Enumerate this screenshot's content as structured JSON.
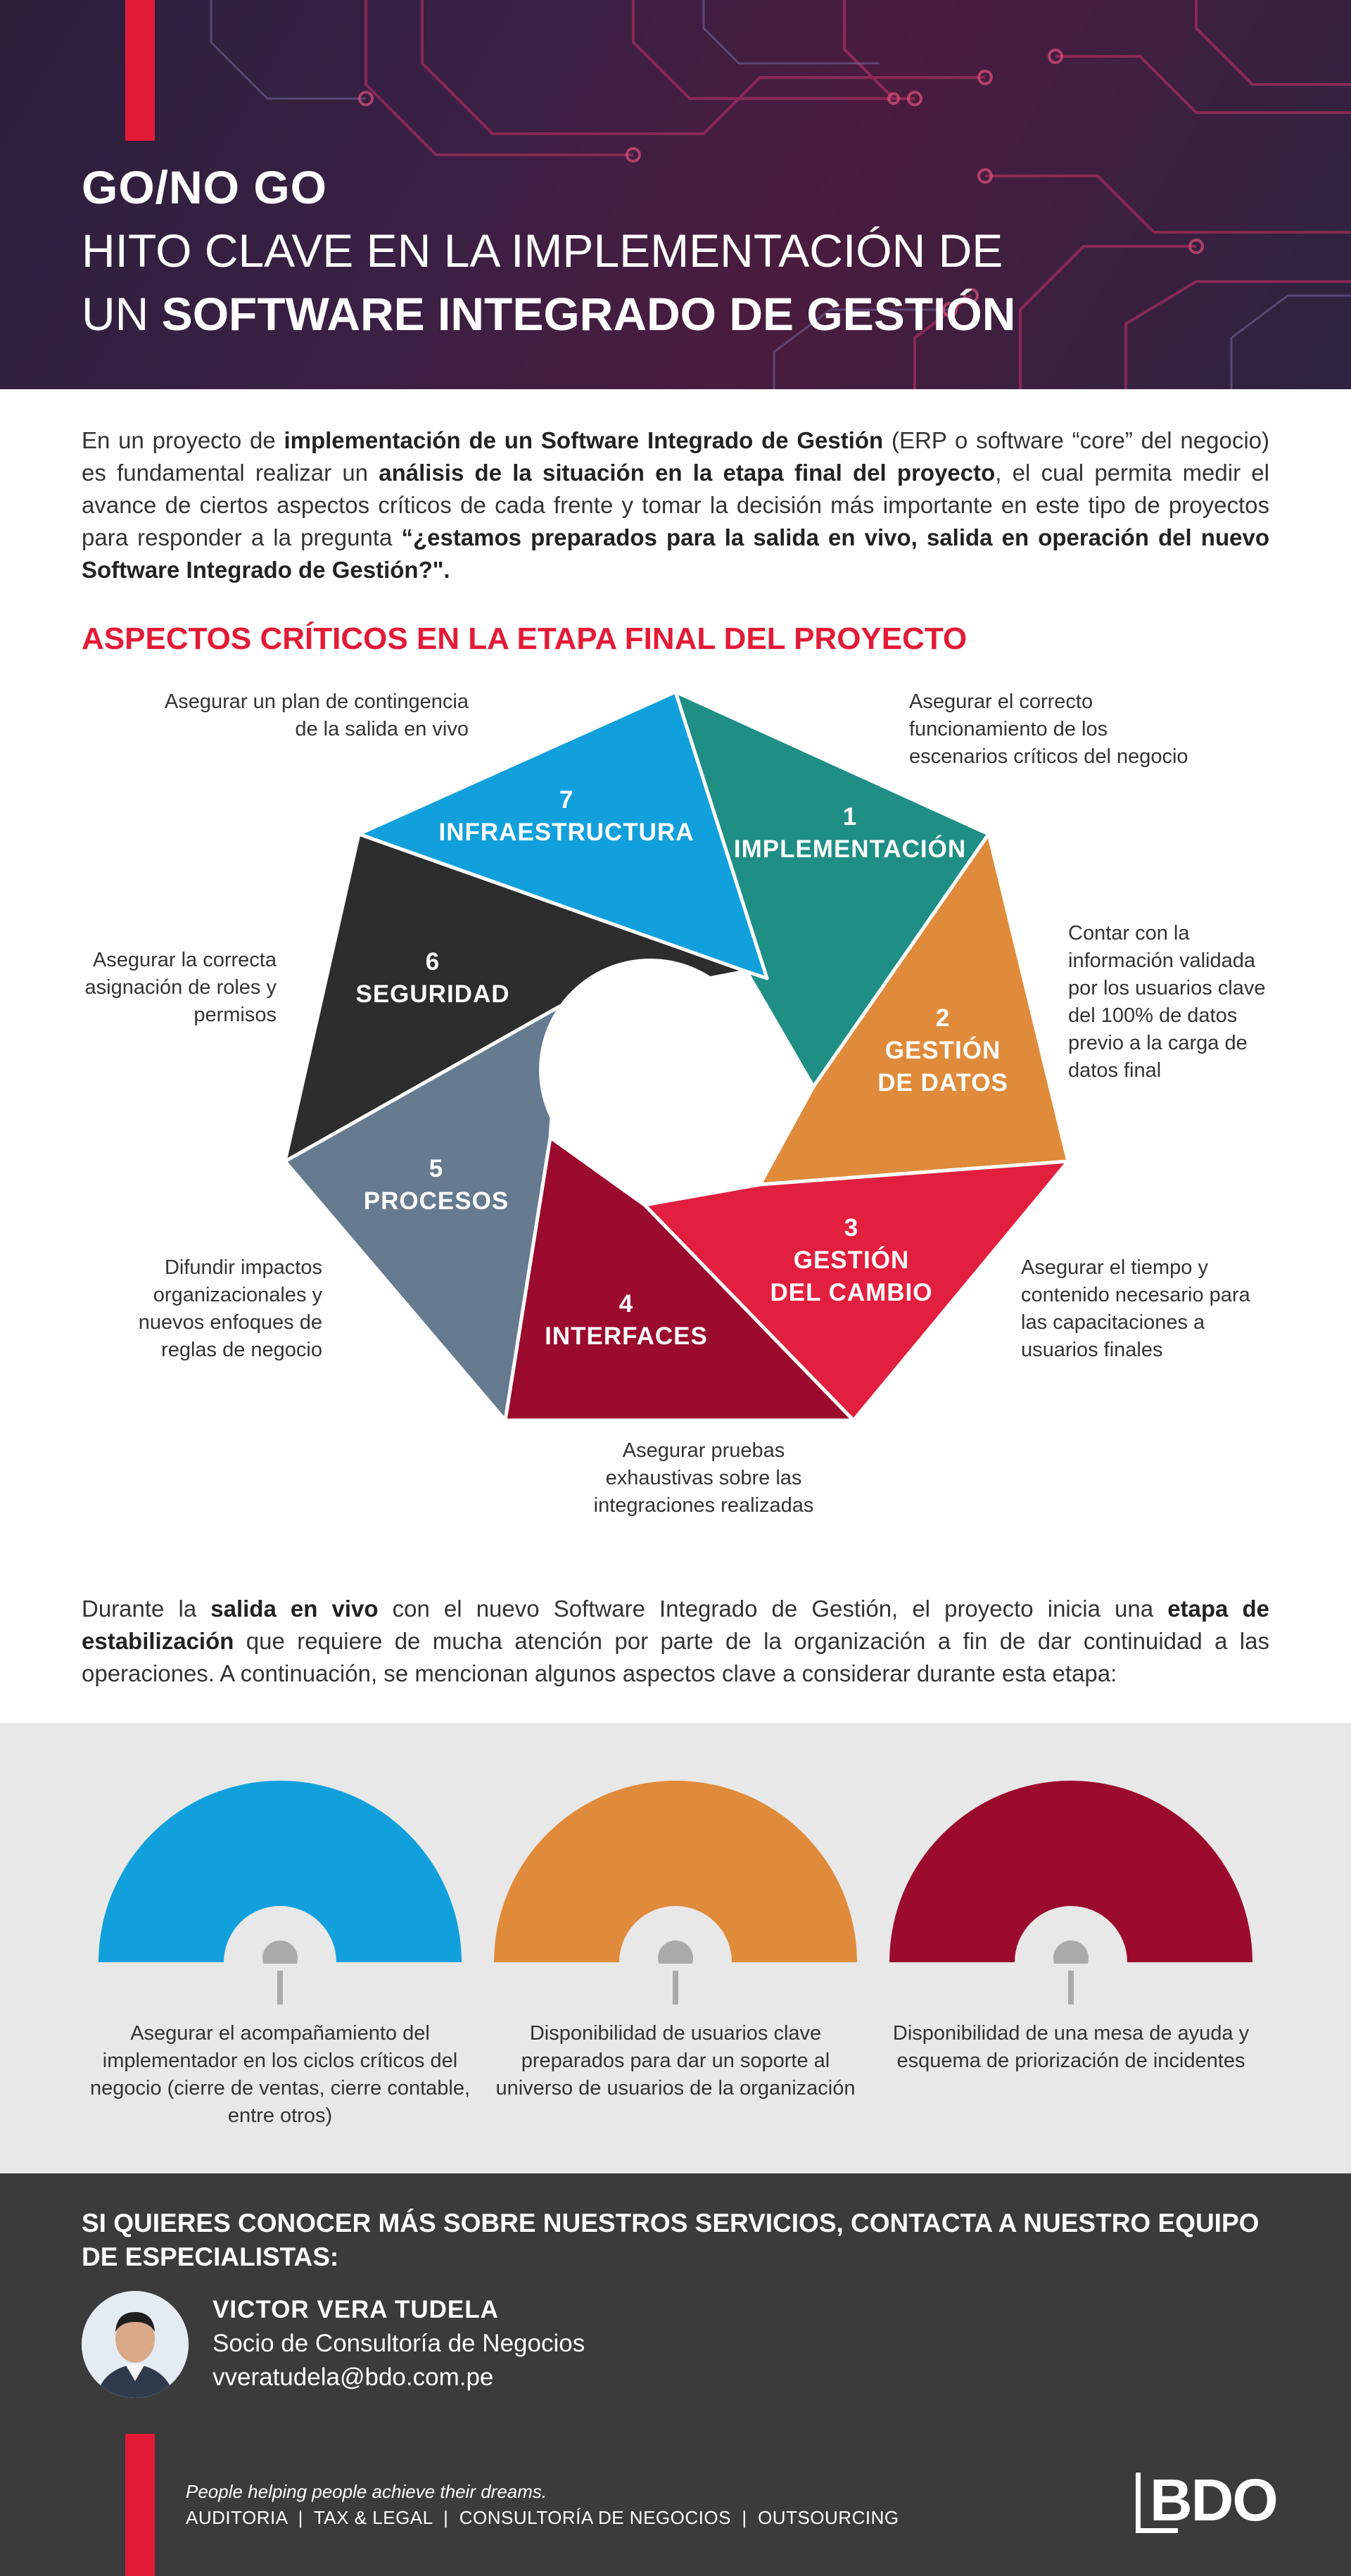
{
  "header": {
    "title_line1": "GO/NO GO",
    "title_line2": "HITO CLAVE EN LA IMPLEMENTACIÓN DE",
    "title_line3_prefix": "UN ",
    "title_line3_bold": "SOFTWARE INTEGRADO DE GESTIÓN"
  },
  "intro": {
    "p1": "En un proyecto de ",
    "b1": "implementación de un Software Integrado de Gestión",
    "p2": " (ERP o software “core” del negocio) es fundamental realizar un ",
    "b2": "análisis de la situación en la etapa final del proyecto",
    "p3": ", el cual permita medir el avance de ciertos aspectos críticos de cada frente y tomar la decisión más importante en este tipo de proyectos para responder a la pregunta ",
    "b3": "“¿estamos preparados para la salida en vivo, salida en operación del nuevo Software Integrado de Gestión?\"."
  },
  "section_title": "ASPECTOS CRÍTICOS EN LA ETAPA FINAL DEL PROYECTO",
  "aspects": [
    {
      "num": "1",
      "name": "IMPLEMENTACIÓN",
      "color": "#1f8f86",
      "note": "Asegurar el correcto funcionamiento de los escenarios críticos del negocio"
    },
    {
      "num": "2",
      "name_l1": "GESTIÓN",
      "name_l2": "DE DATOS",
      "color": "#e08b3b",
      "note": "Contar con la información validada por los usuarios clave del 100% de datos previo a la carga de datos final"
    },
    {
      "num": "3",
      "name_l1": "GESTIÓN",
      "name_l2": "DEL CAMBIO",
      "color": "#e31f3f",
      "note": "Asegurar el tiempo y contenido necesario para las capacitaciones a usuarios finales"
    },
    {
      "num": "4",
      "name": "INTERFACES",
      "color": "#9b0b2d",
      "note": "Asegurar pruebas exhaustivas sobre las integraciones realizadas"
    },
    {
      "num": "5",
      "name": "PROCESOS",
      "color": "#667a90",
      "note": "Difundir impactos organizacionales y nuevos enfoques de reglas de negocio"
    },
    {
      "num": "6",
      "name": "SEGURIDAD",
      "color": "#2d2d2d",
      "note": "Asegurar la correcta asignación de roles y permisos"
    },
    {
      "num": "7",
      "name": "INFRAESTRUCTURA",
      "color": "#12a0dc",
      "note": "Asegurar un plan de contingencia de la salida en vivo"
    }
  ],
  "stabilization": {
    "p1": "Durante la ",
    "b1": "salida en vivo",
    "p2": " con el nuevo Software Integrado de Gestión, el proyecto inicia una ",
    "b2": "etapa de estabilización",
    "p3": " que requiere de mucha atención por parte de la organización a fin de dar continuidad a las operaciones. A continuación, se mencionan algunos aspectos clave a considerar durante esta etapa:"
  },
  "key_points": [
    {
      "color": "#12a0dc",
      "text": "Asegurar el acompañamiento del implementador en los ciclos críticos del negocio (cierre de ventas, cierre contable, entre otros)"
    },
    {
      "color": "#e08b3b",
      "text": "Disponibilidad de usuarios clave preparados para dar un soporte al universo de usuarios de la organización"
    },
    {
      "color": "#9b0b2d",
      "text": "Disponibilidad de una mesa de ayuda y esquema de priorización de incidentes"
    }
  ],
  "contact": {
    "title": "SI QUIERES CONOCER MÁS SOBRE NUESTROS SERVICIOS, CONTACTA A NUESTRO EQUIPO DE ESPECIALISTAS:",
    "name": "VICTOR VERA TUDELA",
    "role": "Socio de Consultoría de Negocios",
    "email": "vveratudela@bdo.com.pe"
  },
  "footer": {
    "tagline": "People helping people achieve their dreams.",
    "services": "AUDITORIA  |  TAX & LEGAL  |  CONSULTORÍA DE NEGOCIOS  |  OUTSOURCING",
    "logo_text": "BDO"
  },
  "colors": {
    "accent": "#e31b37",
    "dark": "#3b3b3b"
  }
}
